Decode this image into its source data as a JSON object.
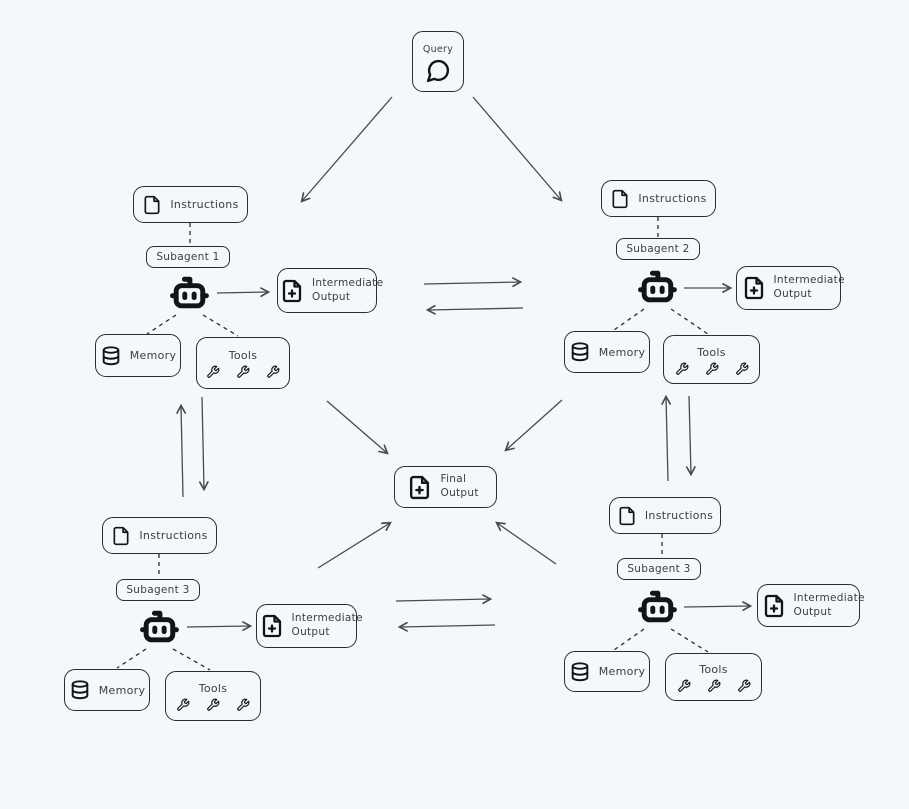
{
  "canvas": {
    "background": "#f3f8fc",
    "ink": "#1e1e1e",
    "arrow_color": "#4a4a4a"
  },
  "query": {
    "label": "Query"
  },
  "final_output": {
    "label": "Final Output"
  },
  "clusters": [
    {
      "instructions_label": "Instructions",
      "name": "Subagent 1",
      "memory_label": "Memory",
      "tools_label": "Tools",
      "output_label": "Intermediate Output"
    },
    {
      "instructions_label": "Instructions",
      "name": "Subagent 2",
      "memory_label": "Memory",
      "tools_label": "Tools",
      "output_label": "Intermediate Output"
    },
    {
      "instructions_label": "Instructions",
      "name": "Subagent 3",
      "memory_label": "Memory",
      "tools_label": "Tools",
      "output_label": "Intermediate Output"
    },
    {
      "instructions_label": "Instructions",
      "name": "Subagent 3",
      "memory_label": "Memory",
      "tools_label": "Tools",
      "output_label": "Intermediate Output"
    }
  ],
  "icons": {
    "query": "chat-bubble-icon",
    "instructions": "document-icon",
    "output": "document-plus-icon",
    "agent": "robot-icon",
    "memory": "database-icon",
    "tools": "wrench-icon"
  }
}
